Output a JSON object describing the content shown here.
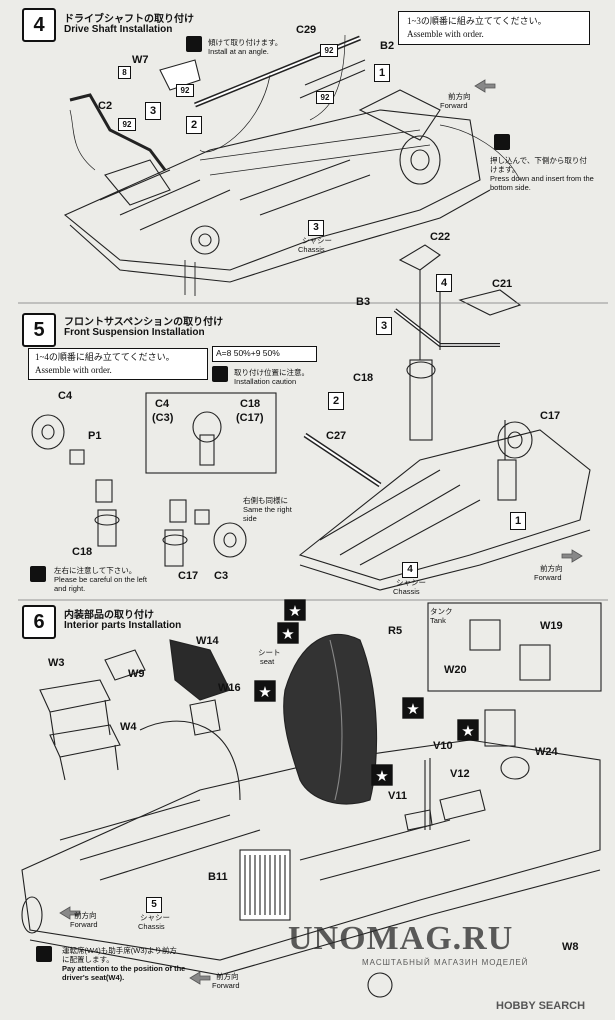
{
  "steps": [
    {
      "number": "4",
      "title_jp": "ドライブシャフトの取り付け",
      "title_en": "Drive Shaft Installation",
      "order_jp": "1~3の順番に組み立ててください。",
      "order_en": "Assemble with order."
    },
    {
      "number": "5",
      "title_jp": "フロントサスペンションの取り付け",
      "title_en": "Front Suspension Installation",
      "order_jp": "1~4の順番に組み立ててください。",
      "order_en": "Assemble with order.",
      "color_mix": "A=8 50%+9 50%"
    },
    {
      "number": "6",
      "title_jp": "内装部品の取り付け",
      "title_en": "Interior parts Installation"
    }
  ],
  "step4": {
    "notes": {
      "tilt_jp": "傾けて取り付けます。",
      "tilt_en": "Install at an angle.",
      "press_jp": "押し込んで、下側から取り付けます。",
      "press_en": "Press down and insert from the bottom side."
    },
    "parts": [
      "C29",
      "B2",
      "W7",
      "C2"
    ],
    "chassis_jp": "シャシー",
    "chassis_en": "Chassis",
    "chassis_num": "3",
    "forward_jp": "前方向",
    "forward_en": "Forward",
    "badges": [
      "8",
      "92",
      "92",
      "92",
      "92"
    ],
    "order_nums": [
      "1",
      "2",
      "3"
    ]
  },
  "step5": {
    "parts": [
      "C22",
      "C21",
      "B3",
      "C18",
      "C17",
      "C27",
      "C4",
      "P1",
      "C18",
      "C17",
      "C3",
      "C4",
      "(C3)",
      "C18",
      "(C17)"
    ],
    "install_pos_jp": "取り付け位置に注意。",
    "install_pos_en": "Installation caution",
    "careful_jp": "左右に注意して下さい。",
    "careful_en": "Please be careful on the left and right.",
    "same_jp": "右側も同様に",
    "same_en": "Same the right side",
    "chassis_jp": "シャシー",
    "chassis_en": "Chassis",
    "chassis_num": "4",
    "forward_jp": "前方向",
    "forward_en": "Forward",
    "order_nums": [
      "1",
      "2",
      "3",
      "4"
    ]
  },
  "step6": {
    "parts": [
      "W14",
      "W3",
      "W9",
      "W16",
      "W4",
      "R5",
      "W19",
      "W20",
      "V10",
      "W24",
      "V12",
      "V11",
      "B11",
      "W8"
    ],
    "tank_jp": "タンク",
    "tank_en": "Tank",
    "seat_jp": "シート",
    "seat_en": "seat",
    "chassis_jp": "シャシー",
    "chassis_en": "Chassis",
    "chassis_num": "5",
    "forward_jp": "前方向",
    "forward_en": "Forward",
    "driver_jp": "運転席(W4)も助手席(W3)より前方に配置します。",
    "driver_en": "Pay attention to the position of the driver's seat(W4)."
  },
  "watermark": {
    "site": "UNOMAG.RU",
    "sub": "МАСШТАБНЫЙ МАГАЗИН МОДЕЛЕЙ"
  },
  "footer": {
    "brand": "HOBBY SEARCH"
  }
}
